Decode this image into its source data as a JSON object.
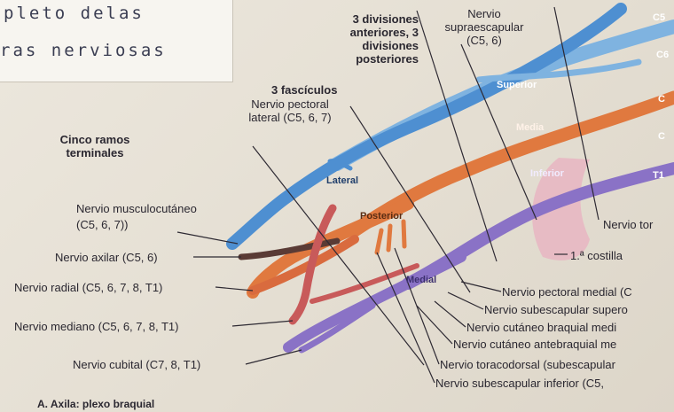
{
  "handwritten_note": {
    "line1": "pleto delas",
    "line2": "ras nerviosas"
  },
  "headings": {
    "terminals": "Cinco ramos terminales",
    "fascicles": "3 fascículos",
    "divisions": "3 divisiones anteriores, 3 divisiones posteriores"
  },
  "labels": {
    "pectoral_lateral": "Nervio pectoral lateral (C5, 6, 7)",
    "supraescapular": "Nervio supraescapular (C5, 6)",
    "musculocutaneo_name": "Nervio musculocutáneo",
    "musculocutaneo_roots": "(C5, 6, 7))",
    "axilar": "Nervio axilar (C5, 6)",
    "radial": "Nervio radial (C5, 6, 7, 8, T1)",
    "mediano": "Nervio mediano (C5, 6, 7, 8, T1)",
    "cubital": "Nervio cubital (C7, 8, T1)",
    "torac_top": "Nervio tor",
    "costilla": "1.ª costilla",
    "pectoral_medial": "Nervio pectoral medial (C",
    "subescapular_sup": "Nervio subescapular supero",
    "cutaneo_braquial": "Nervio cutáneo braquial medi",
    "cutaneo_antebraquial": "Nervio cutáneo antebraquial me",
    "toracodorsal": "Nervio toracodorsal (subescapular",
    "subescapular_inf": "Nervio subescapular inferior (C5,"
  },
  "trunk_labels": {
    "superior": "Superior",
    "media": "Media",
    "inferior": "Inferior",
    "c5": "C5",
    "c6": "C6",
    "c7": "C",
    "c8": "C",
    "t1": "T1"
  },
  "cord_labels": {
    "lateral": "Lateral",
    "posterior": "Posterior",
    "medial": "Medial"
  },
  "caption": "A. Axila: plexo braquial",
  "colors": {
    "lateral": "#4e8fd1",
    "superior": "#7fb3e0",
    "posterior": "#e0793f",
    "radial": "#d96b3e",
    "medial": "#8a72c6",
    "mediano": "#c85a5a",
    "axilar": "#5a3b35",
    "costilla": "#e8b5c2",
    "leader": "#2e2a33"
  }
}
